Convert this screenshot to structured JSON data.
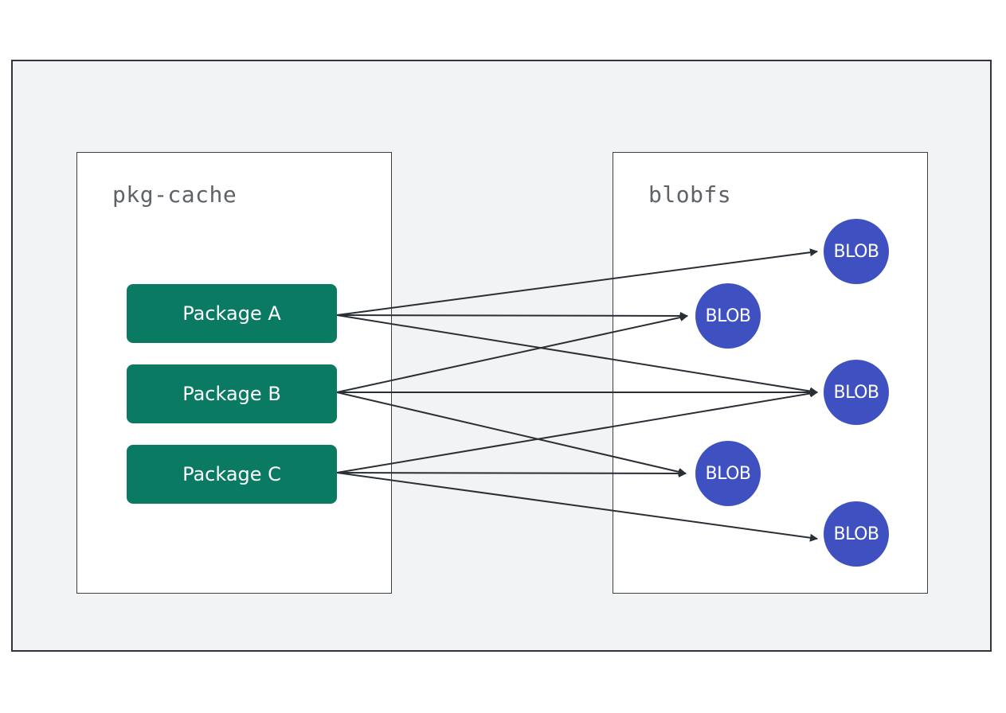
{
  "panels": {
    "left_title": "pkg-cache",
    "right_title": "blobfs"
  },
  "packages": [
    {
      "label": "Package A"
    },
    {
      "label": "Package B"
    },
    {
      "label": "Package C"
    }
  ],
  "blobs": [
    {
      "label": "BLOB"
    },
    {
      "label": "BLOB"
    },
    {
      "label": "BLOB"
    },
    {
      "label": "BLOB"
    },
    {
      "label": "BLOB"
    }
  ],
  "connections": [
    {
      "from": "Package A",
      "to_blob": 1
    },
    {
      "from": "Package A",
      "to_blob": 2
    },
    {
      "from": "Package A",
      "to_blob": 3
    },
    {
      "from": "Package B",
      "to_blob": 2
    },
    {
      "from": "Package B",
      "to_blob": 3
    },
    {
      "from": "Package B",
      "to_blob": 4
    },
    {
      "from": "Package C",
      "to_blob": 3
    },
    {
      "from": "Package C",
      "to_blob": 4
    },
    {
      "from": "Package C",
      "to_blob": 5
    }
  ],
  "colors": {
    "package_fill": "#0b7a63",
    "blob_fill": "#3f51c1",
    "arrow": "#2a2f36",
    "frame_bg": "#f1f3f4"
  }
}
